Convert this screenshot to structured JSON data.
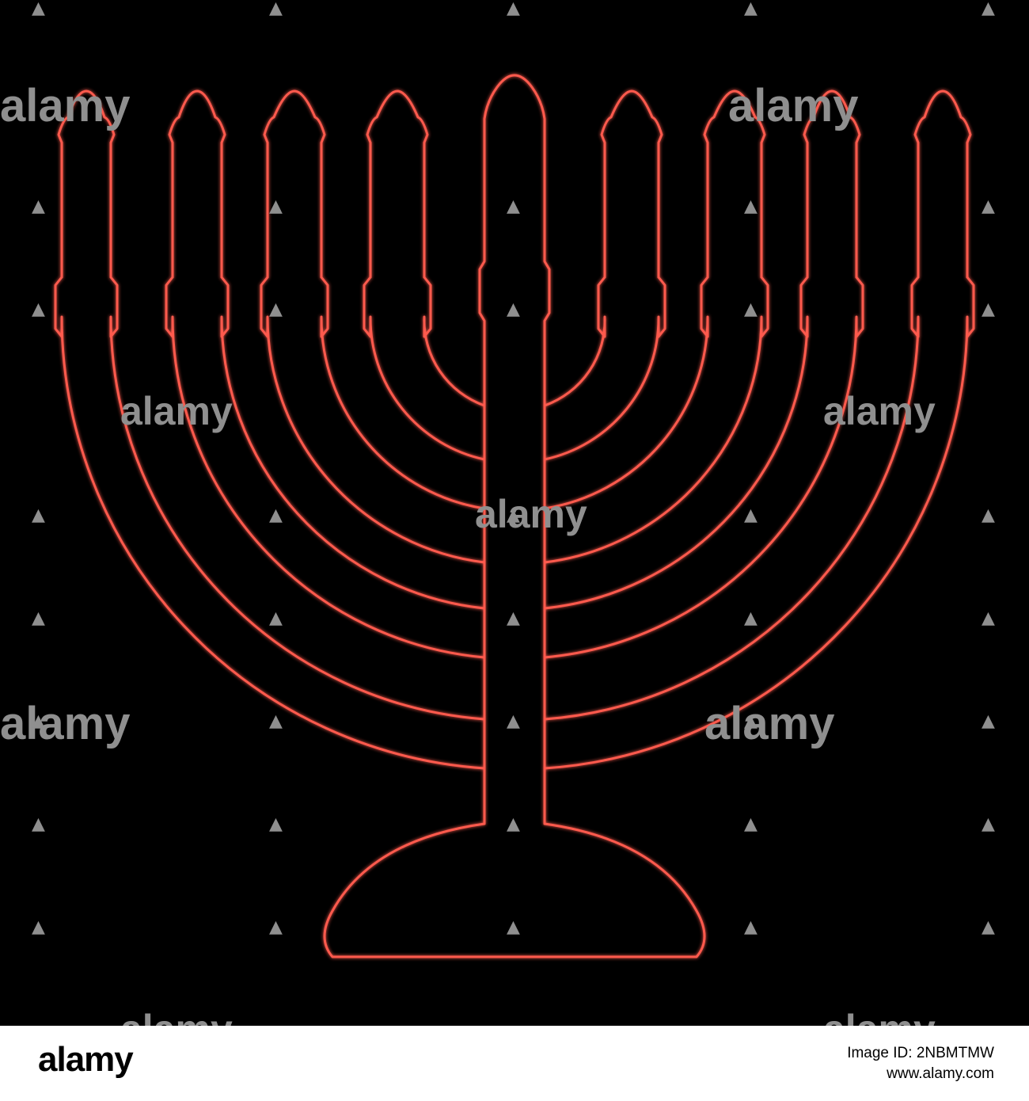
{
  "image": {
    "subject": "menorah-outline-neon",
    "background_color": "#000000",
    "line_color": "#ff5a4e",
    "glow_color": "#ff2a1a"
  },
  "watermark": {
    "text": "alamy",
    "color": "#8f8f8f"
  },
  "footer": {
    "logo": "alamy",
    "image_id_label": "Image ID: 2NBMTMW",
    "site": "www.alamy.com"
  }
}
